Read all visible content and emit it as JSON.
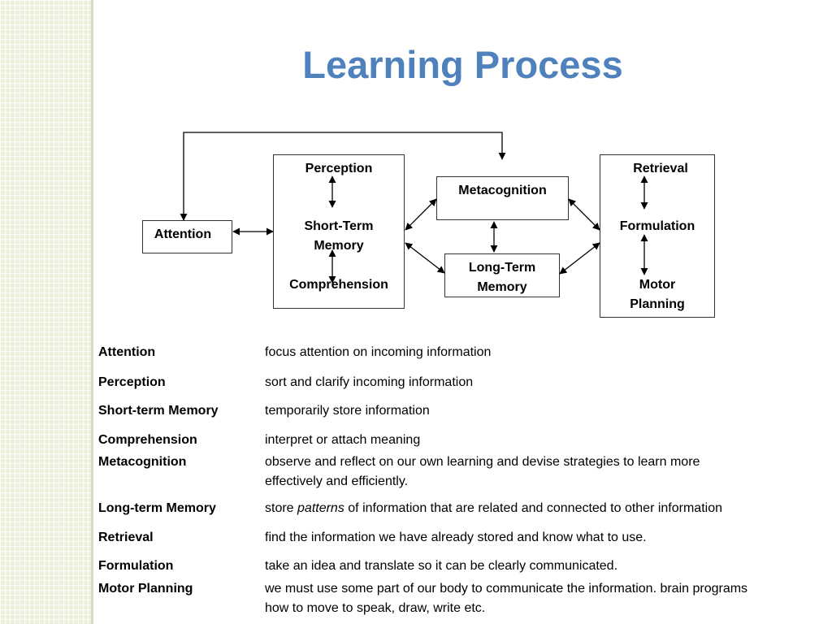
{
  "slide": {
    "title": "Learning Process"
  },
  "diagram": {
    "attention": "Attention",
    "perception": "Perception",
    "short_term_1": "Short-Term",
    "short_term_2": "Memory",
    "comprehension": "Comprehension",
    "metacognition": "Metacognition",
    "long_term_1": "Long-Term",
    "long_term_2": "Memory",
    "retrieval": "Retrieval",
    "formulation": "Formulation",
    "motor_1": "Motor",
    "motor_2": "Planning"
  },
  "definitions": [
    {
      "term": "Attention",
      "desc": "focus attention on incoming information"
    },
    {
      "term": "Perception",
      "desc": "sort and clarify incoming information"
    },
    {
      "term": "Short-term Memory",
      "desc": "temporarily store information"
    },
    {
      "term": "Comprehension",
      "desc": "interpret or attach meaning"
    },
    {
      "term": "Metacognition",
      "desc1": "observe and reflect on our own learning and devise strategies to learn more",
      "desc2": "effectively and efficiently."
    },
    {
      "term": "Long-term Memory",
      "pre": "store ",
      "em": "patterns",
      "post": " of information that are related and connected to other information"
    },
    {
      "term": "Retrieval",
      "desc": "find the information we have already stored and know what to use."
    },
    {
      "term": "Formulation",
      "desc": "take an idea and translate so it can be clearly communicated."
    },
    {
      "term": "Motor Planning",
      "desc1": "we must use some part of our body to communicate the information. brain programs",
      "desc2": "how to move to speak, draw, write etc."
    }
  ]
}
